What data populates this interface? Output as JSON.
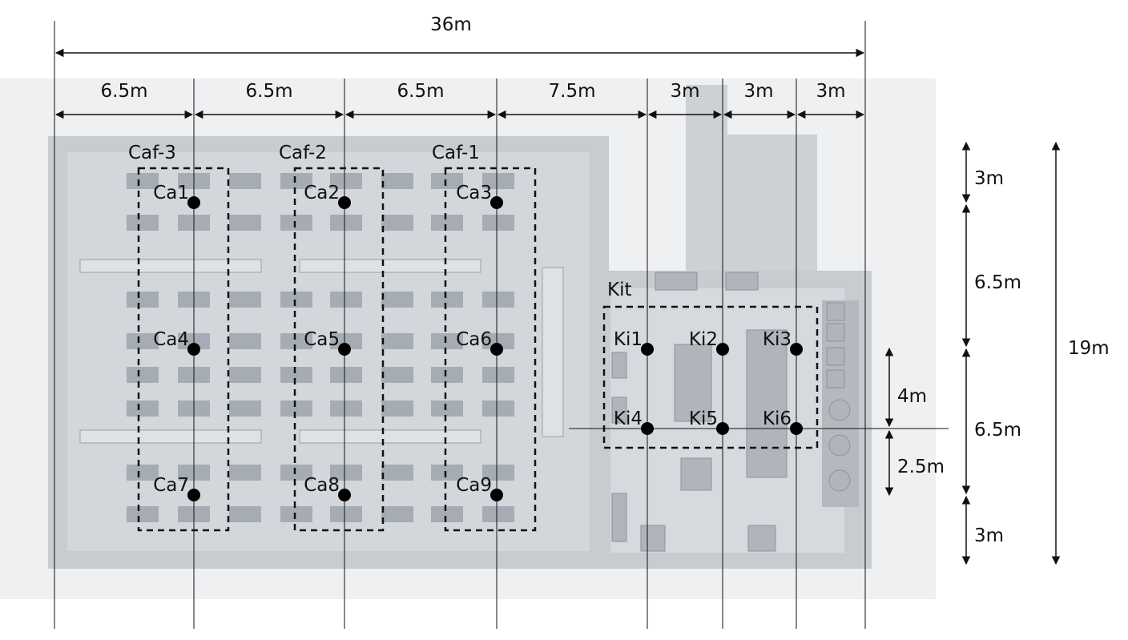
{
  "dimensions": {
    "total_width": "36m",
    "top_segments": [
      "6.5m",
      "6.5m",
      "6.5m",
      "7.5m",
      "3m",
      "3m",
      "3m"
    ],
    "right_segments": [
      "3m",
      "6.5m",
      "6.5m",
      "3m"
    ],
    "total_height": "19m",
    "kitchen_split": [
      "4m",
      "2.5m"
    ]
  },
  "zones": {
    "caf3": "Caf-3",
    "caf2": "Caf-2",
    "caf1": "Caf-1",
    "kit": "Kit"
  },
  "points": [
    "Ca1",
    "Ca2",
    "Ca3",
    "Ca4",
    "Ca5",
    "Ca6",
    "Ca7",
    "Ca8",
    "Ca9",
    "Ki1",
    "Ki2",
    "Ki3",
    "Ki4",
    "Ki5",
    "Ki6"
  ],
  "colors": {
    "floor": "#c8cbd0",
    "floor_light": "#d9dce0",
    "background": "#eef0f2",
    "furniture": "#a6acb4",
    "line": "#111111"
  }
}
